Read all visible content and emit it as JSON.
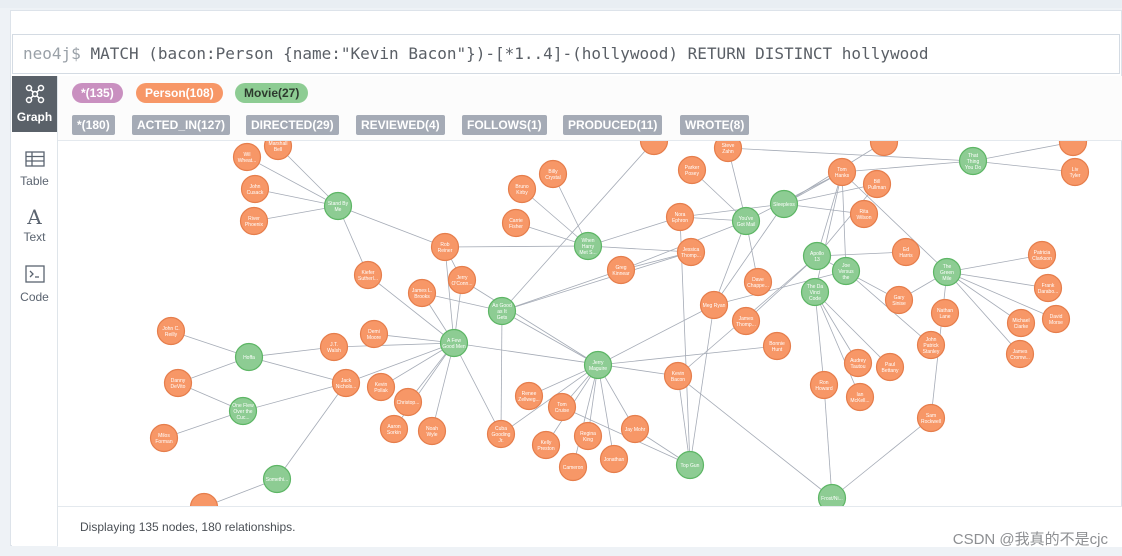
{
  "query": {
    "prompt": "neo4j$",
    "text": "MATCH (bacon:Person {name:\"Kevin Bacon\"})-[*1..4]-(hollywood) RETURN DISTINCT hollywood"
  },
  "sidebar": {
    "items": [
      {
        "label": "Graph",
        "icon": "graph-icon"
      },
      {
        "label": "Table",
        "icon": "table-icon"
      },
      {
        "label": "Text",
        "icon": "text-icon"
      },
      {
        "label": "Code",
        "icon": "code-icon"
      }
    ]
  },
  "legend": {
    "nodes": [
      {
        "label": "*(135)",
        "color": "#c990c0"
      },
      {
        "label": "Person(108)",
        "color": "#f79767"
      },
      {
        "label": "Movie(27)",
        "color": "#57c7e3"
      }
    ],
    "relationships": [
      {
        "label": "*(180)"
      },
      {
        "label": "ACTED_IN(127)"
      },
      {
        "label": "DIRECTED(29)"
      },
      {
        "label": "REVIEWED(4)"
      },
      {
        "label": "FOLLOWS(1)"
      },
      {
        "label": "PRODUCED(11)"
      },
      {
        "label": "WROTE(8)"
      }
    ]
  },
  "colors": {
    "person": "#f79767",
    "person_stroke": "#e67e4c",
    "movie": "#8dcc93",
    "movie_stroke": "#5db665",
    "movie_pill": "#8dcc93",
    "edge": "#a5abb6"
  },
  "graph": {
    "nodes": [
      {
        "id": "standbyme",
        "type": "movie",
        "label": "Stand By Me"
      },
      {
        "id": "whenharry",
        "type": "movie",
        "label": "When Harry Met S..."
      },
      {
        "id": "youvegot",
        "type": "movie",
        "label": "You've Got Mail"
      },
      {
        "id": "sleepless",
        "type": "movie",
        "label": "Sleepless"
      },
      {
        "id": "thatthing",
        "type": "movie",
        "label": "That Thing You Do"
      },
      {
        "id": "apollo",
        "type": "movie",
        "label": "Apollo 13"
      },
      {
        "id": "joeversus",
        "type": "movie",
        "label": "Joe Versus the Volc..."
      },
      {
        "id": "davinci",
        "type": "movie",
        "label": "The Da Vinci Code"
      },
      {
        "id": "greenmile",
        "type": "movie",
        "label": "The Green Mile"
      },
      {
        "id": "asgood",
        "type": "movie",
        "label": "As Good as It Gets"
      },
      {
        "id": "afewgood",
        "type": "movie",
        "label": "A Few Good Men"
      },
      {
        "id": "jerrymag",
        "type": "movie",
        "label": "Jerry Maguire"
      },
      {
        "id": "hoffa",
        "type": "movie",
        "label": "Hoffa"
      },
      {
        "id": "oneflew",
        "type": "movie",
        "label": "One Flew Over the Cuc..."
      },
      {
        "id": "somethin",
        "type": "movie",
        "label": "Somethi..."
      },
      {
        "id": "topgun",
        "type": "movie",
        "label": "Top Gun"
      },
      {
        "id": "frostnix",
        "type": "movie",
        "label": "Frost/Ni..."
      },
      {
        "id": "marshall",
        "type": "person",
        "label": "Marshall Bell"
      },
      {
        "id": "wilwheat",
        "type": "person",
        "label": "Wil Wheat..."
      },
      {
        "id": "johncusack",
        "type": "person",
        "label": "John Cusack"
      },
      {
        "id": "river",
        "type": "person",
        "label": "River Phoenix"
      },
      {
        "id": "billycrystal",
        "type": "person",
        "label": "Billy Crystal"
      },
      {
        "id": "brunokirby",
        "type": "person",
        "label": "Bruno Kirby"
      },
      {
        "id": "carrie",
        "type": "person",
        "label": "Carrie Fisher"
      },
      {
        "id": "robreiner",
        "type": "person",
        "label": "Rob Reiner"
      },
      {
        "id": "parker",
        "type": "person",
        "label": "Parker Posey"
      },
      {
        "id": "davechap",
        "type": "person",
        "label": "Dave Chappe..."
      },
      {
        "id": "steve",
        "type": "person",
        "label": "Steve Zahn"
      },
      {
        "id": "noraeph",
        "type": "person",
        "label": "Nora Ephron"
      },
      {
        "id": "tomhanks",
        "type": "person",
        "label": "Tom Hanks"
      },
      {
        "id": "billpullman",
        "type": "person",
        "label": "Bill Pullman"
      },
      {
        "id": "ritawilson",
        "type": "person",
        "label": "Rita Wilson"
      },
      {
        "id": "livtyler",
        "type": "person",
        "label": "Liv Tyler"
      },
      {
        "id": "kellisuth",
        "type": "person",
        "label": "Kiefer Sutherl..."
      },
      {
        "id": "jamesbrooks",
        "type": "person",
        "label": "James L. Brooks"
      },
      {
        "id": "jerryocon",
        "type": "person",
        "label": "Jerry O'Conn..."
      },
      {
        "id": "gregkinnear",
        "type": "person",
        "label": "Greg Kinnear"
      },
      {
        "id": "jessica",
        "type": "person",
        "label": "Jessica Thomp..."
      },
      {
        "id": "megryan",
        "type": "person",
        "label": "Meg Ryan"
      },
      {
        "id": "edharris",
        "type": "person",
        "label": "Ed Harris"
      },
      {
        "id": "patricia",
        "type": "person",
        "label": "Patricia Clarkson"
      },
      {
        "id": "frank",
        "type": "person",
        "label": "Frank Darabo..."
      },
      {
        "id": "garysinise",
        "type": "person",
        "label": "Gary Sinise"
      },
      {
        "id": "nathanlane",
        "type": "person",
        "label": "Nathan Lane"
      },
      {
        "id": "michaelc",
        "type": "person",
        "label": "Michael Clarke"
      },
      {
        "id": "davidmorse",
        "type": "person",
        "label": "David Morse"
      },
      {
        "id": "jamescrom",
        "type": "person",
        "label": "James Cromw..."
      },
      {
        "id": "johnpatrick",
        "type": "person",
        "label": "John Patrick Stanley"
      },
      {
        "id": "jamesthomp",
        "type": "person",
        "label": "James Thomp..."
      },
      {
        "id": "johnreilly",
        "type": "person",
        "label": "John C. Reilly"
      },
      {
        "id": "jtwalsh",
        "type": "person",
        "label": "J.T. Walsh"
      },
      {
        "id": "demimoore",
        "type": "person",
        "label": "Demi Moore"
      },
      {
        "id": "dannydevito",
        "type": "person",
        "label": "Danny DeVito"
      },
      {
        "id": "jacknich",
        "type": "person",
        "label": "Jack Nichols..."
      },
      {
        "id": "kevinpoll",
        "type": "person",
        "label": "Kevin Pollak"
      },
      {
        "id": "christopher",
        "type": "person",
        "label": "Christop..."
      },
      {
        "id": "milosforman",
        "type": "person",
        "label": "Milos Forman"
      },
      {
        "id": "aaron",
        "type": "person",
        "label": "Aaron Sorkin"
      },
      {
        "id": "noahwyle",
        "type": "person",
        "label": "Noah Wyle"
      },
      {
        "id": "cuba",
        "type": "person",
        "label": "Cuba Gooding Jr."
      },
      {
        "id": "bonniehunt",
        "type": "person",
        "label": "Bonnie Hunt"
      },
      {
        "id": "kevinbacon",
        "type": "person",
        "label": "Kevin Bacon"
      },
      {
        "id": "regina",
        "type": "person",
        "label": "Regina King"
      },
      {
        "id": "tomcruise",
        "type": "person",
        "label": "Tom Cruise"
      },
      {
        "id": "kellypreston",
        "type": "person",
        "label": "Kelly Preston"
      },
      {
        "id": "jaymohr",
        "type": "person",
        "label": "Jay Mohr"
      },
      {
        "id": "jonathan",
        "type": "person",
        "label": "Jonathan"
      },
      {
        "id": "cameron",
        "type": "person",
        "label": "Cameron"
      },
      {
        "id": "renee",
        "type": "person",
        "label": "Renee Zellweg..."
      },
      {
        "id": "ronhoward",
        "type": "person",
        "label": "Ron Howard"
      },
      {
        "id": "audrey",
        "type": "person",
        "label": "Audrey Tautou"
      },
      {
        "id": "paulbett",
        "type": "person",
        "label": "Paul Bettany"
      },
      {
        "id": "ianmck",
        "type": "person",
        "label": "Ian McKell..."
      },
      {
        "id": "samrock",
        "type": "person",
        "label": "Sam Rockwell"
      },
      {
        "id": "p1",
        "type": "person",
        "label": ""
      },
      {
        "id": "p2",
        "type": "person",
        "label": ""
      },
      {
        "id": "p3",
        "type": "person",
        "label": ""
      },
      {
        "id": "p4",
        "type": "person",
        "label": ""
      }
    ]
  },
  "status": {
    "text": "Displaying 135 nodes, 180 relationships."
  },
  "watermark": "CSDN @我真的不是cjc"
}
